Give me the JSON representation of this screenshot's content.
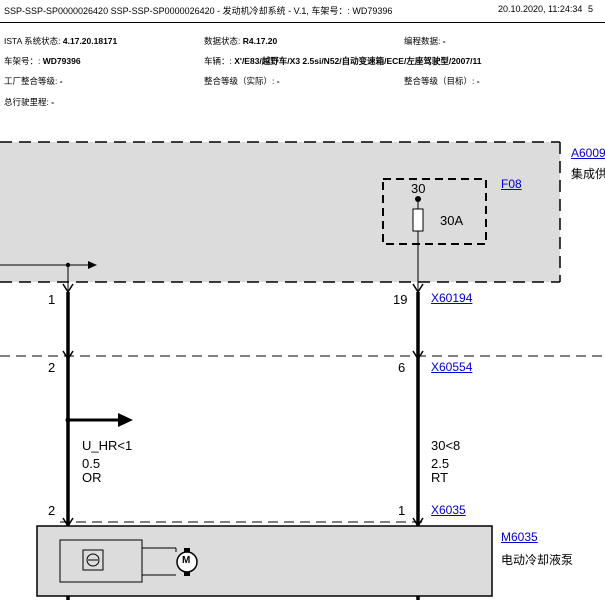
{
  "header": {
    "title": "SSP-SSP-SP0000026420 SSP-SSP-SP0000026420 - 发动机冷却系统 - V.1, 车架号：: WD79396",
    "timestamp": "20.10.2020, 11:24:34",
    "page": "5"
  },
  "meta": {
    "ista_label": "ISTA 系统状态:",
    "ista_value": "4.17.20.18171",
    "data_label": "数据状态:",
    "data_value": "R4.17.20",
    "coding_label": "编程数据:",
    "coding_value": "-",
    "vin_label": "车架号：:",
    "vin_value": "WD79396",
    "vehicle_label": "车辆：:",
    "vehicle_value": "X'/E83/越野车/X3 2.5si/N52/自动变速箱/ECE/左座驾驶型/2007/11",
    "factory_label": "工厂整合等级:",
    "factory_value": "-",
    "actual_label": "整合等级（实际）:",
    "actual_value": "-",
    "target_label": "整合等级（目标）:",
    "target_value": "-",
    "mileage_label": "总行驶里程:",
    "mileage_value": "-"
  },
  "diagram": {
    "module_a": {
      "id": "A6009",
      "desc": "集成供"
    },
    "fuse": {
      "id": "F08",
      "pin": "30",
      "rating": "30A"
    },
    "connectors": [
      {
        "id": "X60194",
        "pin_left": "1",
        "pin_right": "19"
      },
      {
        "id": "X60554",
        "pin_left": "2",
        "pin_right": "6"
      },
      {
        "id": "X6035",
        "pin_left": "2",
        "pin_right": "1"
      }
    ],
    "wire_left": {
      "signal": "U_HR<1",
      "gauge": "0.5",
      "color": "OR"
    },
    "wire_right": {
      "signal": "30<8",
      "gauge": "2.5",
      "color": "RT"
    },
    "pump": {
      "id": "M6035",
      "desc": "电动冷却液泵",
      "motor_label": "M"
    }
  },
  "colors": {
    "link": "#0000cc",
    "module_fill": "#dcdcdc"
  }
}
